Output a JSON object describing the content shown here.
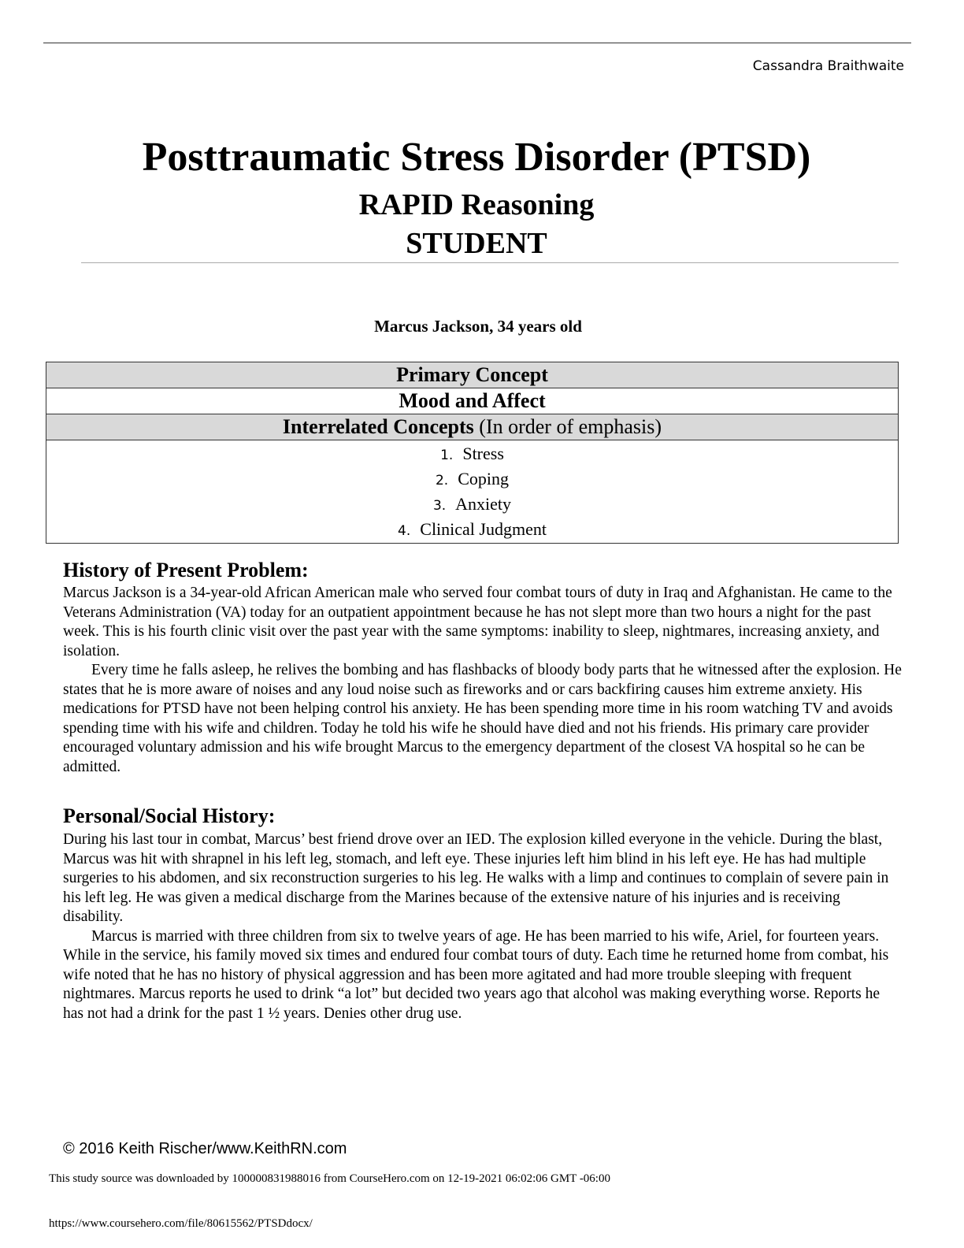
{
  "header": {
    "author": "Cassandra Braithwaite"
  },
  "title": "Posttraumatic Stress Disorder (PTSD)",
  "subtitle": "RAPID Reasoning",
  "subtitle2": "STUDENT",
  "patient": "Marcus Jackson, 34 years old",
  "concepts": {
    "primary_header": "Primary Concept",
    "primary": "Mood and Affect",
    "interrelated_header": "Interrelated Concepts",
    "interrelated_note": "(In order of emphasis)",
    "items": [
      {
        "n": "1.",
        "label": "Stress"
      },
      {
        "n": "2.",
        "label": "Coping"
      },
      {
        "n": "3.",
        "label": "Anxiety"
      },
      {
        "n": "4.",
        "label": "Clinical Judgment"
      }
    ]
  },
  "history": {
    "heading": "History of Present Problem:",
    "p1": "Marcus Jackson is a 34-year-old African American male who served four combat tours of duty in Iraq and Afghanistan. He came to the Veterans Administration (VA) today for an outpatient appointment because he has not slept more than two hours a night for the past week. This is his fourth clinic visit over the past year with the same symptoms: inability to sleep, nightmares, increasing anxiety, and isolation.",
    "p2": "Every time he falls asleep, he relives the bombing and has flashbacks of bloody body parts that he witnessed after the explosion. He states that he is more aware of noises and any loud noise such as fireworks and or cars backfiring causes him extreme anxiety. His medications for PTSD have not been helping control his anxiety. He has been spending more time in his room watching TV and avoids spending time with his wife and children. Today he told his wife he should have died and not his friends. His primary care provider encouraged voluntary admission and his wife brought Marcus to the emergency department of the closest VA hospital so he can be admitted."
  },
  "social": {
    "heading": "Personal/Social History:",
    "p1": "During his last tour in combat, Marcus’ best friend drove over an IED.  The explosion killed everyone in the vehicle. During the blast, Marcus was hit with shrapnel in his left leg, stomach, and left eye. These injuries left him blind in his left eye. He has had multiple surgeries to his abdomen, and six reconstruction surgeries to his leg. He walks with a limp and continues to complain of severe pain in his left leg. He was given a medical discharge from the Marines because of the extensive nature of his injuries and is receiving disability.",
    "p2": "Marcus is married with three children from six to twelve years of age. He has been married to his wife, Ariel, for fourteen years. While in the service, his family moved six times and endured four combat tours of duty. Each time he returned home from combat, his wife noted that he has no history of physical aggression and has been more agitated and had more trouble sleeping with frequent nightmares. Marcus reports he used to drink “a lot” but decided two years ago that alcohol was making everything worse. Reports he has not had a drink for the past 1 ½ years. Denies other drug use."
  },
  "footer": {
    "copyright": "© 2016 Keith Rischer/www.KeithRN.com",
    "download_notice": "This study source was downloaded by 100000831988016 from CourseHero.com on 12-19-2021 06:02:06 GMT -06:00",
    "url": "https://www.coursehero.com/file/80615562/PTSDdocx/"
  }
}
